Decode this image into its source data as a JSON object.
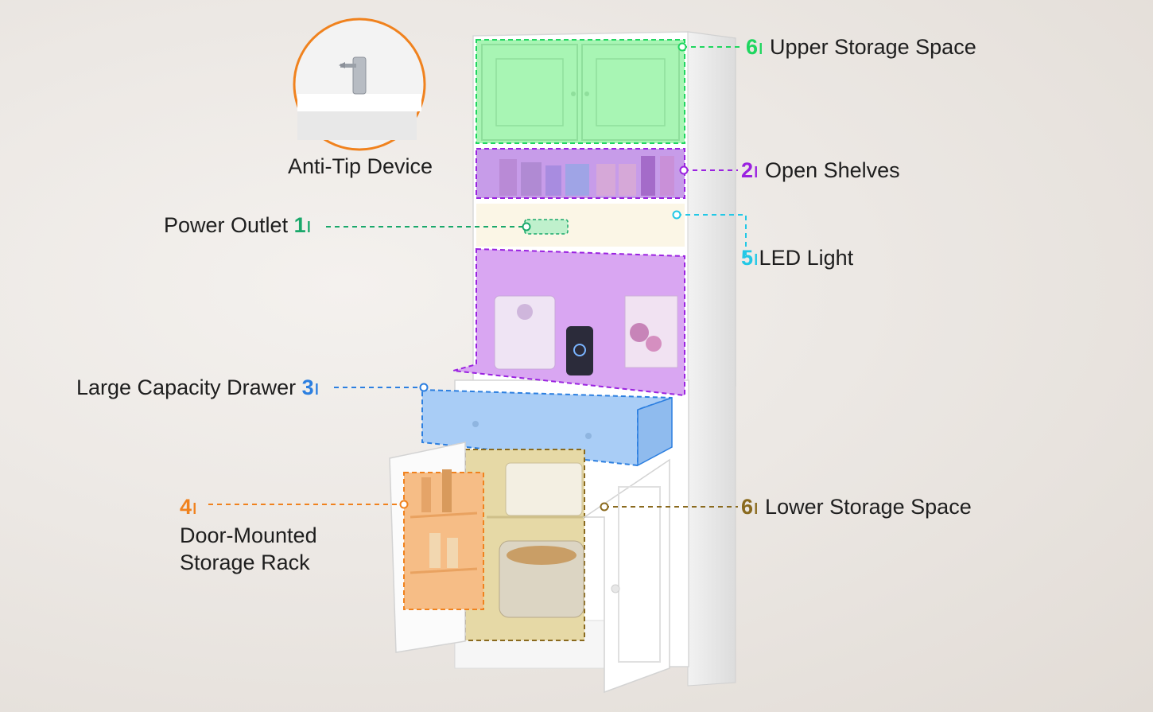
{
  "callouts": {
    "upper_storage": {
      "number": "6",
      "label": "Upper Storage Space",
      "color": "#1fd65f"
    },
    "open_shelves": {
      "number": "2",
      "label": "Open Shelves",
      "color": "#9a22e0"
    },
    "power_outlet": {
      "number": "1",
      "label": "Power Outlet",
      "color": "#1aa86b"
    },
    "led_light": {
      "number": "5",
      "label": "LED Light",
      "color": "#22c8e6"
    },
    "drawer": {
      "number": "3",
      "label": "Large Capacity Drawer",
      "color": "#2c7fe0"
    },
    "door_rack": {
      "number": "4",
      "label_line1": "Door-Mounted",
      "label_line2": "Storage Rack",
      "color": "#f0821e"
    },
    "lower_storage": {
      "number": "6",
      "label": "Lower Storage Space",
      "color": "#8a6a1e"
    }
  },
  "anti_tip": {
    "caption": "Anti-Tip Device",
    "ring_color": "#f0821e"
  },
  "overlay_colors": {
    "upper": "#a8f5b4",
    "shelves": "#c79ce9",
    "counter": "#d9a6f2",
    "drawer": "#a9cdf6",
    "rack": "#f6bd86",
    "lower": "#e6d9a6"
  }
}
